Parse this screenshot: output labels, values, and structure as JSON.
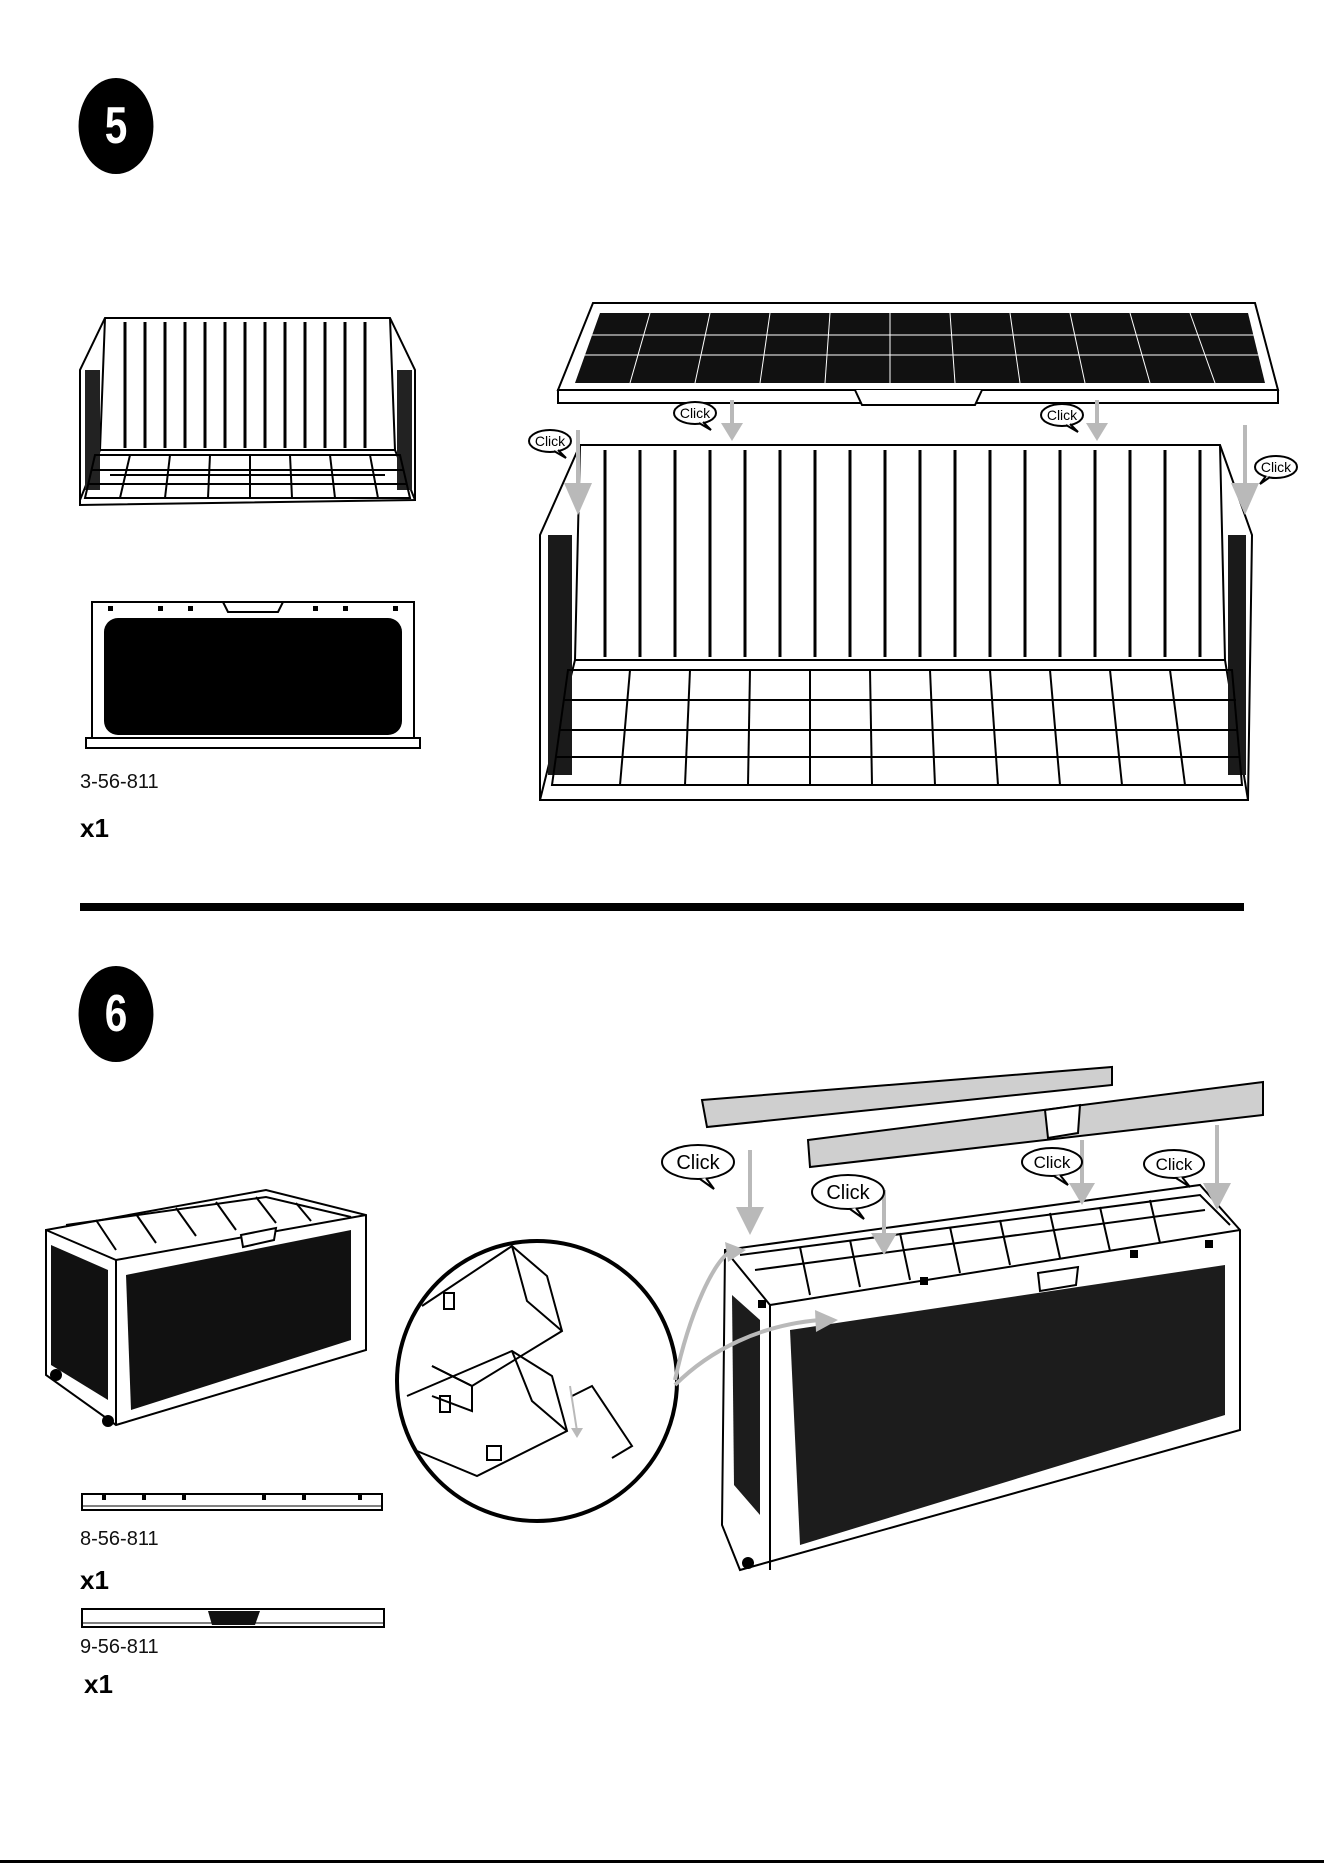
{
  "steps": [
    {
      "number": "5",
      "parts": [
        {
          "code": "3-56-811",
          "qty": "x1"
        }
      ],
      "callouts": [
        "Click",
        "Click",
        "Click",
        "Click"
      ]
    },
    {
      "number": "6",
      "parts": [
        {
          "code": "8-56-811",
          "qty": "x1"
        },
        {
          "code": "9-56-811",
          "qty": "x1"
        }
      ],
      "callouts": [
        "Click",
        "Click",
        "Click",
        "Click"
      ]
    }
  ],
  "colors": {
    "ink": "#000000",
    "arrow": "#b9b9b9",
    "paper": "#ffffff",
    "part_fill": "#cfcfcf"
  }
}
